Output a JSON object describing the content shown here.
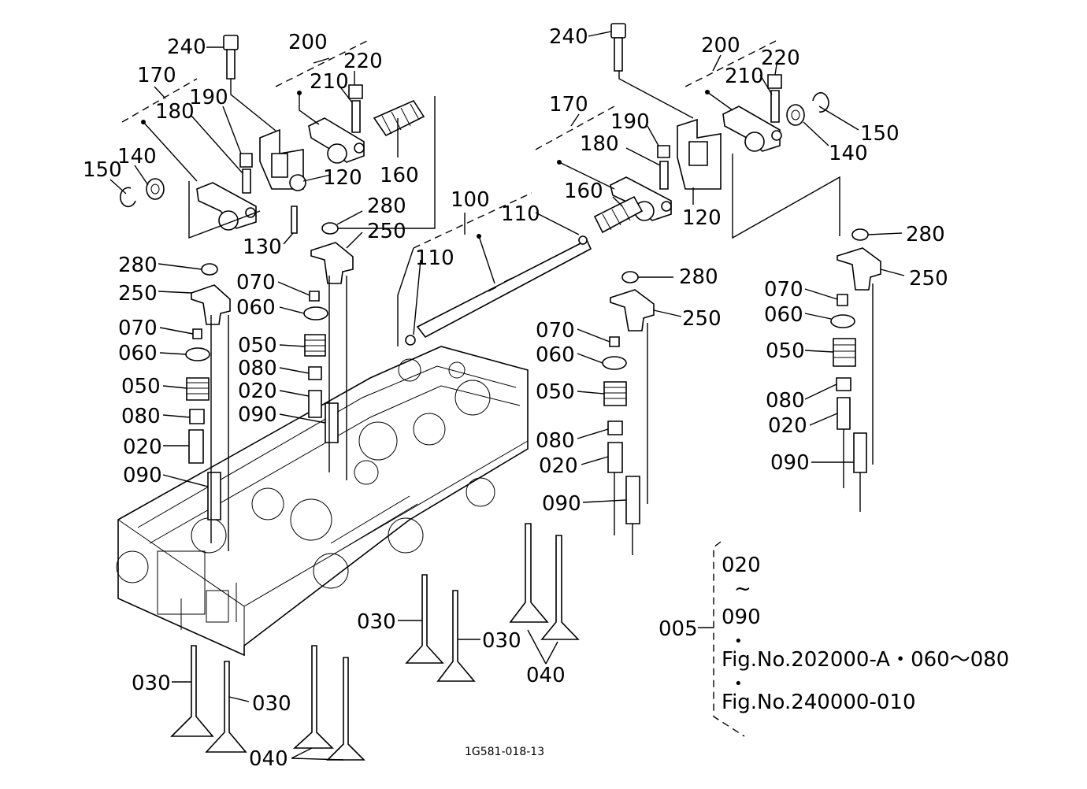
{
  "drawing_ref": "1G581-018-13",
  "labels": {
    "l240a": "240",
    "l200a": "200",
    "l170a": "170",
    "l220a": "220",
    "l210a": "210",
    "l190a": "190",
    "l180a": "180",
    "l150a": "150",
    "l140a": "140",
    "l120a": "120",
    "l160a": "160",
    "l130a": "130",
    "l280a": "280",
    "l250a": "250",
    "l280b": "280",
    "l250b": "250",
    "l070a": "070",
    "l060a": "060",
    "l050a": "050",
    "l080a": "080",
    "l020a": "020",
    "l090a": "090",
    "l070b": "070",
    "l060b": "060",
    "l050b": "050",
    "l080b": "080",
    "l020b": "020",
    "l090b": "090",
    "l100": "100",
    "l110a": "110",
    "l110b": "110",
    "l240b": "240",
    "l200b": "200",
    "l220b": "220",
    "l210b": "210",
    "l150b": "150",
    "l140b": "140",
    "l170b": "170",
    "l190b": "190",
    "l180b": "180",
    "l160b": "160",
    "l120b": "120",
    "l280c": "280",
    "l250c": "250",
    "l070c": "070",
    "l060c": "060",
    "l050c": "050",
    "l080c": "080",
    "l020c": "020",
    "l090c": "090",
    "l280d": "280",
    "l250d": "250",
    "l070d": "070",
    "l060d": "060",
    "l050d": "050",
    "l080d": "080",
    "l020d": "020",
    "l090d": "090",
    "l030a": "030",
    "l030b": "030",
    "l040a": "040",
    "l030c": "030",
    "l030d": "030",
    "l040b": "040"
  },
  "kit_note": {
    "kit_number": "005",
    "range_start": "020",
    "tilde": "~",
    "range_end": "090",
    "bullet": "•",
    "ref_line_1": "Fig.No.202000-A・060～080",
    "ref_line_2": "Fig.No.240000-010"
  }
}
